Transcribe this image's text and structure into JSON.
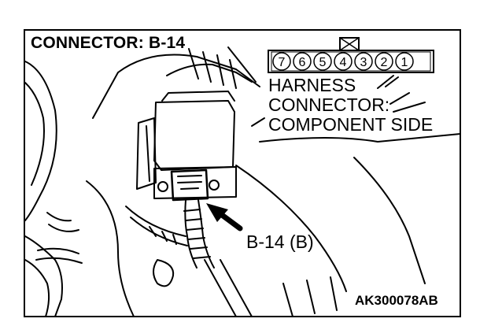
{
  "title": "CONNECTOR: B-14",
  "harness_lines": [
    "HARNESS",
    "CONNECTOR:",
    "COMPONENT SIDE"
  ],
  "pins": [
    "7",
    "6",
    "5",
    "4",
    "3",
    "2",
    "1"
  ],
  "callout": "B-14 (B)",
  "figure_code": "AK300078AB"
}
